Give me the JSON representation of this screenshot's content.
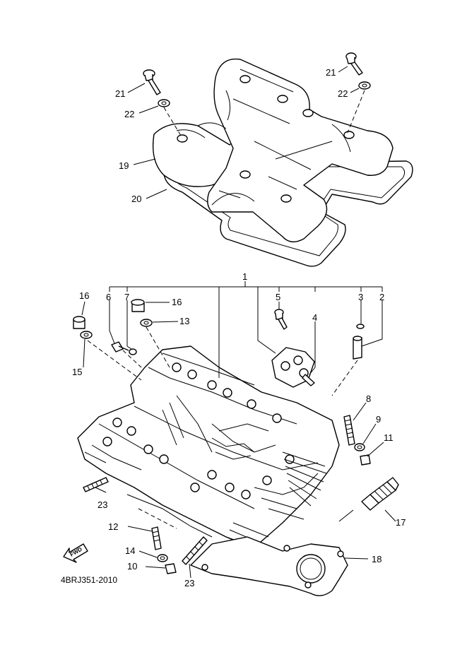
{
  "diagram": {
    "callouts": {
      "c1": "1",
      "c2": "2",
      "c3": "3",
      "c4": "4",
      "c5": "5",
      "c6": "6",
      "c7": "7",
      "c8": "8",
      "c9": "9",
      "c10": "10",
      "c11": "11",
      "c12": "12",
      "c13": "13",
      "c14": "14",
      "c15": "15",
      "c16a": "16",
      "c16b": "16",
      "c17": "17",
      "c18": "18",
      "c19": "19",
      "c20": "20",
      "c21a": "21",
      "c21b": "21",
      "c22a": "22",
      "c22b": "22",
      "c23a": "23",
      "c23b": "23"
    },
    "fwd_label": "FWD",
    "drawing_code": "4BRJ351-2010"
  }
}
